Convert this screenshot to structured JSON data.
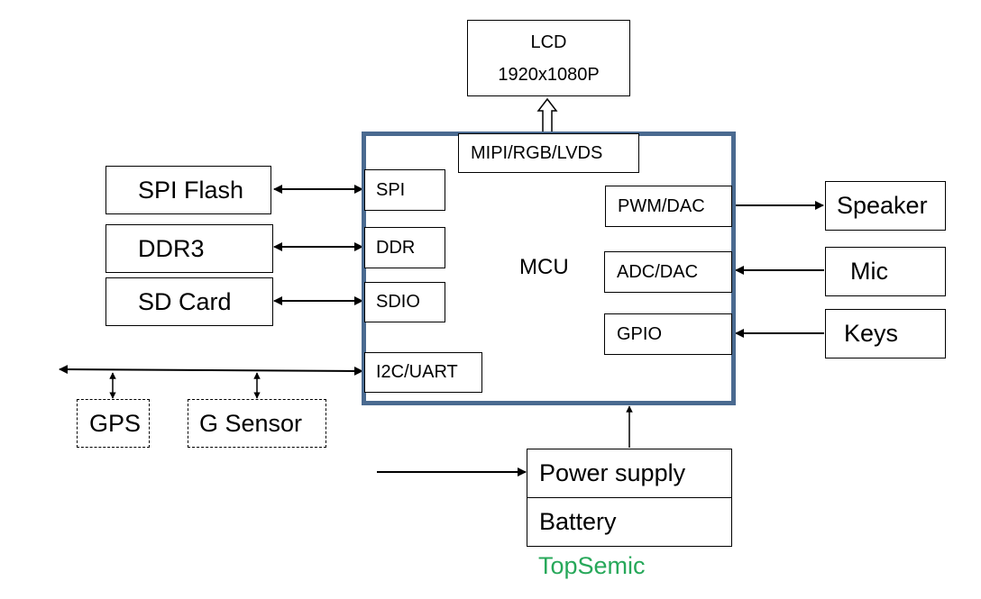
{
  "diagram": {
    "title_block": "MCU",
    "watermark": "TopSemic",
    "watermark_color": "#27a85a",
    "mcu_border_color": "#4a6a90",
    "display": {
      "name": "LCD",
      "resolution": "1920x1080P",
      "interface": "MIPI/RGB/LVDS"
    },
    "left_peripherals": [
      {
        "device": "SPI Flash",
        "port": "SPI",
        "direction": "bidirectional"
      },
      {
        "device": "DDR3",
        "port": "DDR",
        "direction": "bidirectional"
      },
      {
        "device": "SD Card",
        "port": "SDIO",
        "direction": "bidirectional"
      }
    ],
    "bus": {
      "port": "I2C/UART",
      "devices": [
        "GPS",
        "G Sensor"
      ],
      "devices_optional": true
    },
    "right_peripherals": [
      {
        "device": "Speaker",
        "port": "PWM/DAC",
        "direction": "out"
      },
      {
        "device": "Mic",
        "port": "ADC/DAC",
        "direction": "in"
      },
      {
        "device": "Keys",
        "port": "GPIO",
        "direction": "in"
      }
    ],
    "power": {
      "supply": "Power supply",
      "battery": "Battery"
    }
  }
}
